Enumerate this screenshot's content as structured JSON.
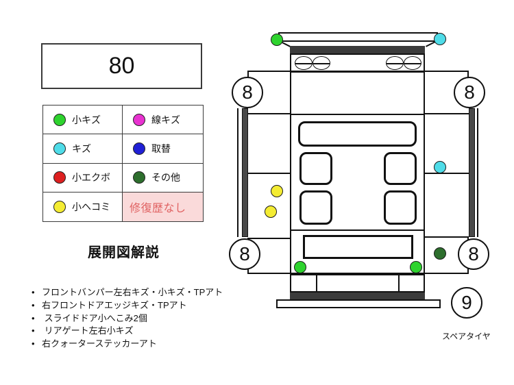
{
  "score_box": {
    "value": "80"
  },
  "legend": {
    "items": [
      {
        "label": "小キズ",
        "color": "#2ed32e"
      },
      {
        "label": "線キズ",
        "color": "#e832d0"
      },
      {
        "label": "キズ",
        "color": "#4fdce8"
      },
      {
        "label": "取替",
        "color": "#2020d6"
      },
      {
        "label": "小エクボ",
        "color": "#dd2020"
      },
      {
        "label": "その他",
        "color": "#2d6e2d"
      },
      {
        "label": "小ヘコミ",
        "color": "#f4ec33"
      }
    ],
    "repair_history": {
      "label": "修復歴なし",
      "text_color": "#e06262",
      "bg_color": "#fadada"
    }
  },
  "section_title": "展開図解説",
  "notes": {
    "items": [
      "フロントバンパー左右キズ・小キズ・TPアト",
      "右フロントドアエッジキズ・TPアト",
      " スライドドア小へこみ2個",
      " リアゲート左右小キズ",
      "右クォーターステッカーアト"
    ]
  },
  "diagram": {
    "tire_scores": {
      "front_left": "8",
      "front_right": "8",
      "rear_left": "8",
      "rear_right": "8",
      "spare": "9"
    },
    "spare_tire_label": "スペアタイヤ",
    "markers": [
      {
        "name": "front-bumper-left-small-scratch",
        "color": "#2ed32e"
      },
      {
        "name": "front-bumper-right-scratch",
        "color": "#4fdce8"
      },
      {
        "name": "right-front-door-scratch",
        "color": "#4fdce8"
      },
      {
        "name": "left-slide-door-dent-upper",
        "color": "#f4ec33"
      },
      {
        "name": "left-slide-door-dent-lower",
        "color": "#f4ec33"
      },
      {
        "name": "rear-gate-left-small-scratch",
        "color": "#2ed32e"
      },
      {
        "name": "rear-gate-right-small-scratch",
        "color": "#2ed32e"
      },
      {
        "name": "right-quarter-other",
        "color": "#2d6e2d"
      }
    ]
  }
}
